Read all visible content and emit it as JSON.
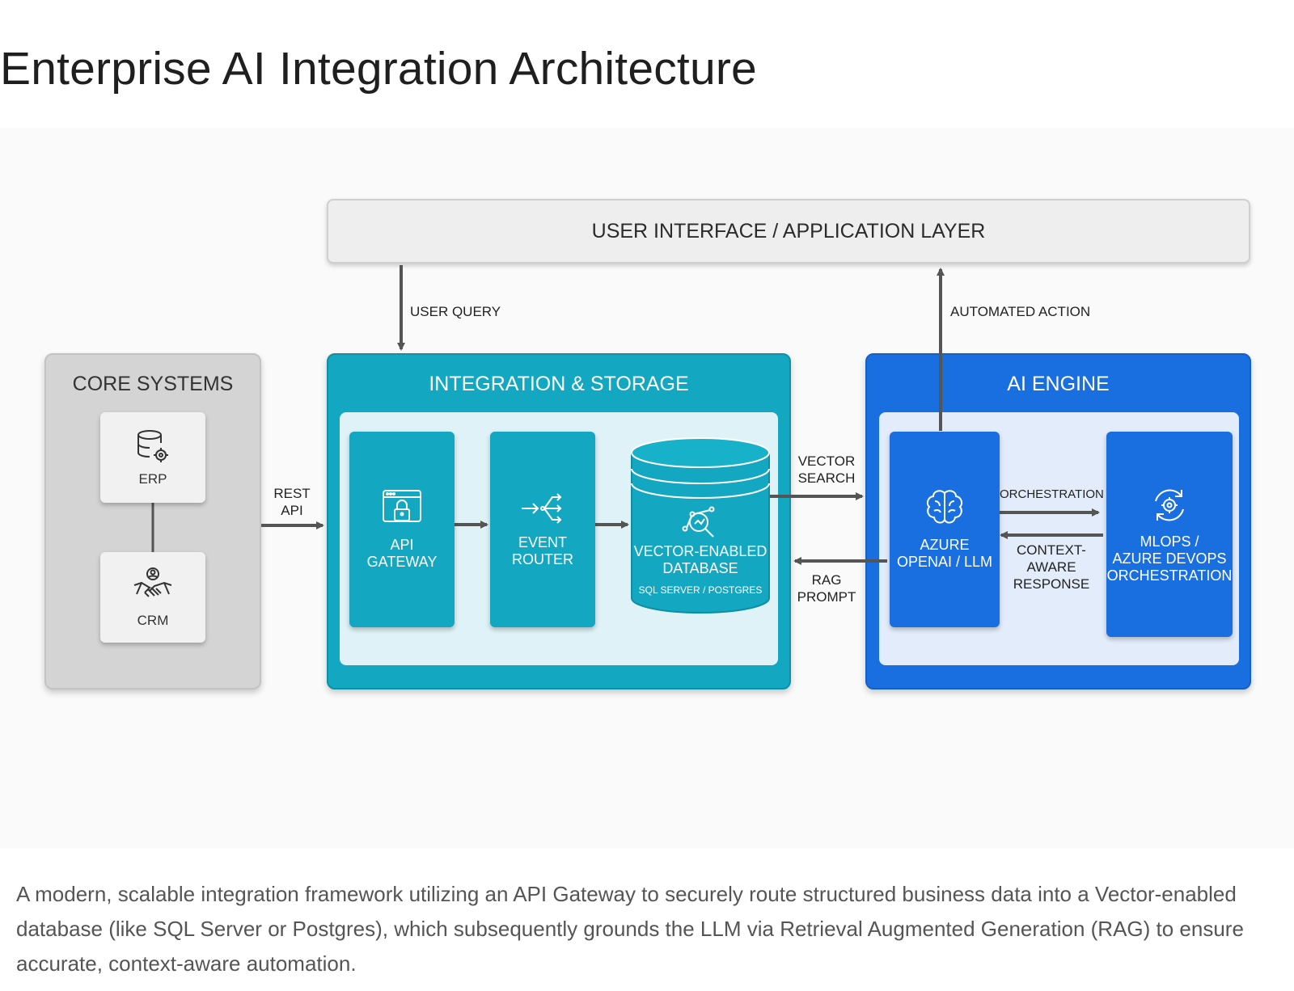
{
  "page": {
    "title": "Enterprise AI Integration Architecture",
    "caption": "A modern, scalable integration framework utilizing an API Gateway to securely route structured business data into a Vector-enabled database (like SQL Server or Postgres), which subsequently grounds the LLM via Retrieval Augmented Generation (RAG) to ensure accurate, context-aware automation."
  },
  "diagram": {
    "ui_layer": {
      "label": "USER INTERFACE / APPLICATION LAYER"
    },
    "core_systems": {
      "title": "CORE SYSTEMS",
      "erp": {
        "label": "ERP",
        "icon": "database-gear-icon"
      },
      "crm": {
        "label": "CRM",
        "icon": "handshake-icon"
      }
    },
    "integration": {
      "title": "INTEGRATION & STORAGE",
      "api_gateway": {
        "line1": "API",
        "line2": "GATEWAY",
        "icon": "lock-window-icon"
      },
      "event_router": {
        "line1": "EVENT",
        "line2": "ROUTER",
        "icon": "router-arrows-icon"
      },
      "vector_db": {
        "line1": "VECTOR-ENABLED",
        "line2": "DATABASE",
        "sub": "SQL SERVER / POSTGRES",
        "icon": "vector-search-icon"
      }
    },
    "ai_engine": {
      "title": "AI ENGINE",
      "llm": {
        "line1": "AZURE",
        "line2": "OPENAI / LLM",
        "icon": "brain-icon"
      },
      "mlops": {
        "line1": "MLOPS /",
        "line2": "AZURE DEVOPS",
        "line3": "ORCHESTRATION",
        "icon": "cycle-gear-icon"
      }
    },
    "arrows": {
      "user_query": "USER QUERY",
      "automated_action": "AUTOMATED ACTION",
      "rest_api": {
        "line1": "REST",
        "line2": "API"
      },
      "vector_search": {
        "line1": "VECTOR",
        "line2": "SEARCH"
      },
      "rag_prompt": {
        "line1": "RAG",
        "line2": "PROMPT"
      },
      "orchestration": "ORCHESTRATION",
      "context_response": {
        "line1": "CONTEXT-",
        "line2": "AWARE",
        "line3": "RESPONSE"
      }
    },
    "colors": {
      "teal": "#14a7c1",
      "blue": "#1a6fe0",
      "gray": "#d4d4d4",
      "arrow": "#555555"
    }
  }
}
